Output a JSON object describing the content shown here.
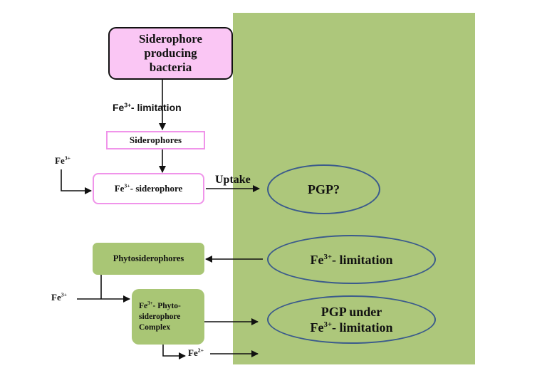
{
  "nodes": {
    "siderophore_bacteria": {
      "line1": "Siderophore",
      "line2": "producing",
      "line3": "bacteria"
    },
    "siderophores": {
      "label": "Siderophores"
    },
    "fe_siderophore": {
      "fe": "Fe",
      "charge": "3+",
      "suffix": "- siderophore"
    },
    "pgp_question": {
      "label": "PGP?"
    },
    "phytosiderophores": {
      "label": "Phytosiderophores"
    },
    "fe_limitation_ellipse": {
      "fe": "Fe",
      "charge": "3+",
      "suffix": "- limitation"
    },
    "phyto_complex": {
      "fe": "Fe",
      "charge": "3+",
      "line1_suffix": "- Phyto-",
      "line2": "siderophore",
      "line3": "Complex"
    },
    "pgp_under_limitation": {
      "line1": "PGP under",
      "fe": "Fe",
      "charge": "3+",
      "suffix": "- limitation"
    }
  },
  "labels": {
    "fe_limitation_top": {
      "fe": "Fe",
      "charge": "3+",
      "suffix": "- limitation"
    },
    "fe3_top": {
      "fe": "Fe",
      "charge": "3+"
    },
    "fe3_bottom": {
      "fe": "Fe",
      "charge": "3+"
    },
    "uptake": "Uptake",
    "fe2": {
      "fe": "Fe",
      "charge": "2+"
    }
  },
  "colors": {
    "root_zone": "#adc77b",
    "pink_fill": "#fac6f4",
    "pink_border": "#f094ea",
    "green_box": "#a9c675",
    "ellipse_border": "#3b5b8c"
  }
}
